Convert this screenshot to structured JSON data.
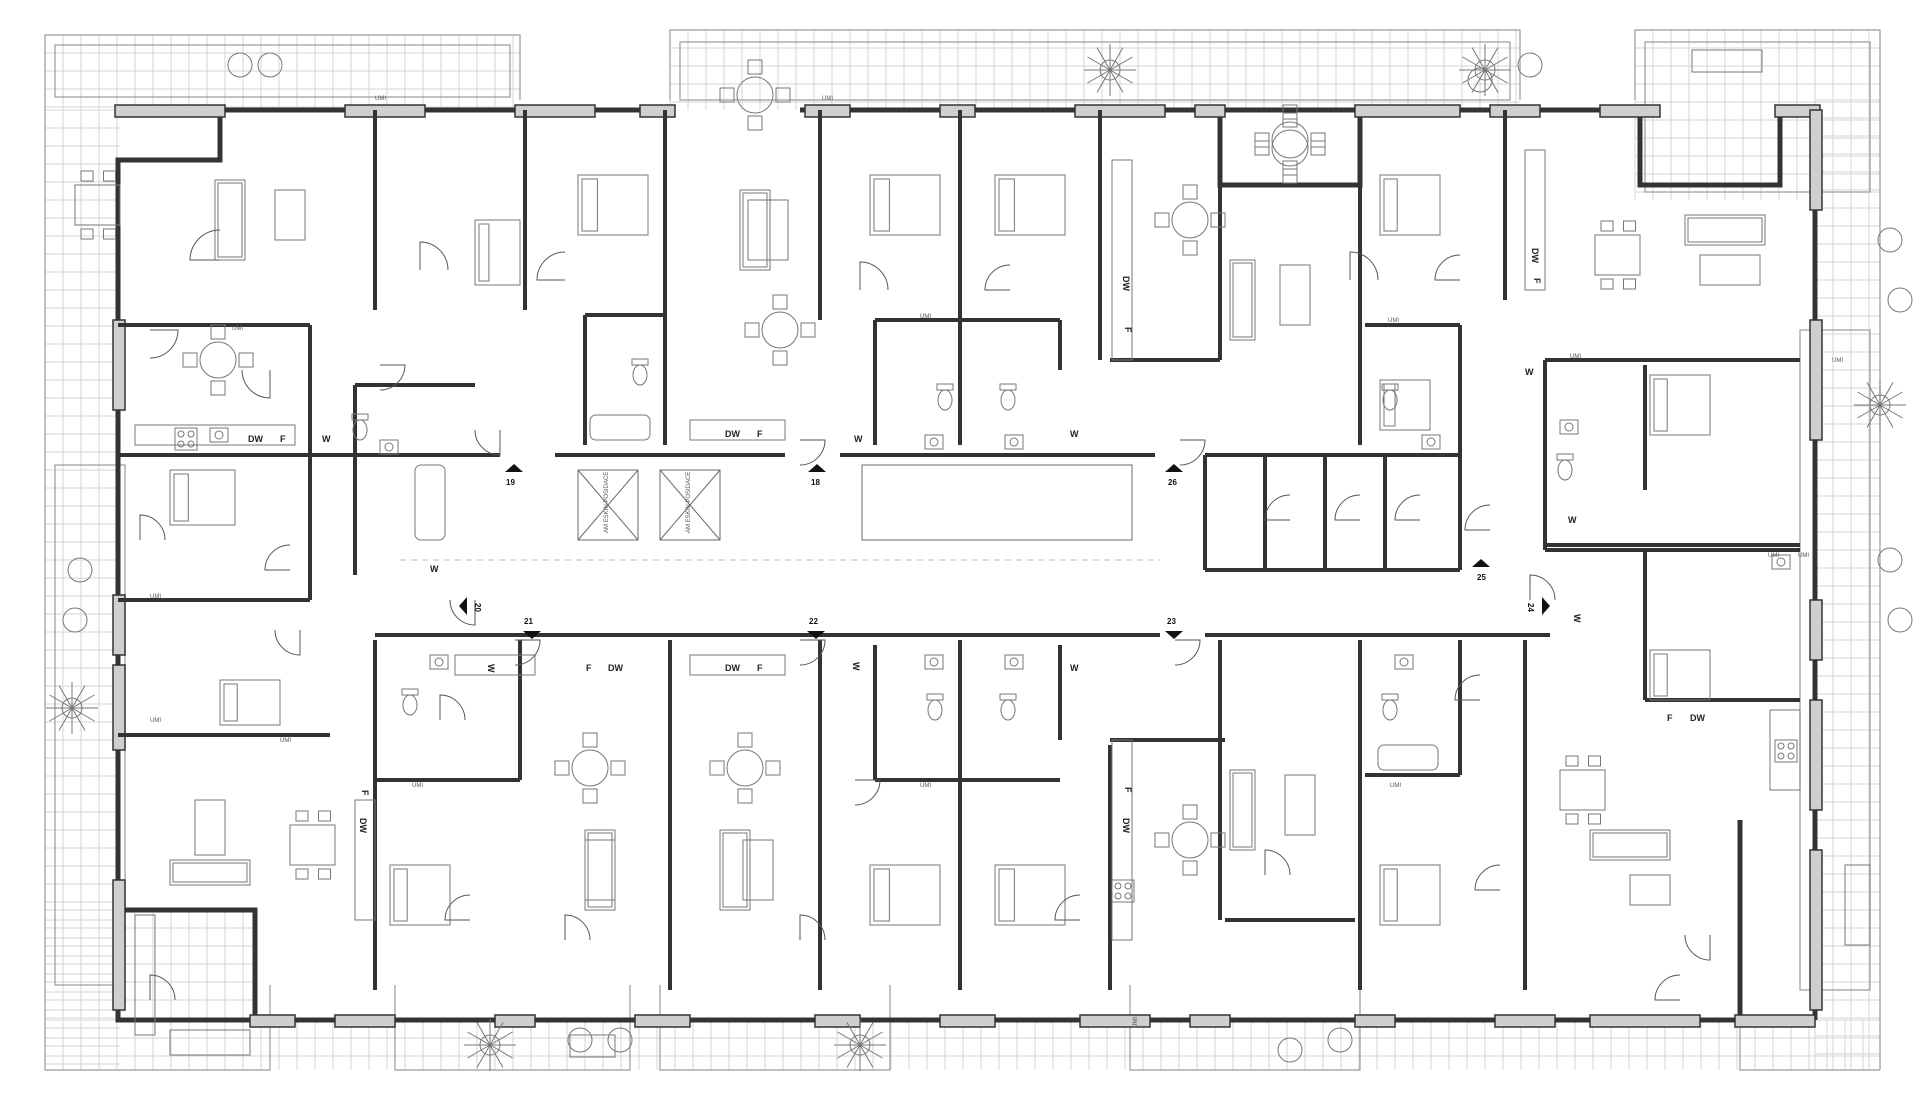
{
  "appliance_labels": {
    "dw": "DW",
    "f": "F",
    "w": "W",
    "umi": "UMI"
  },
  "entries": [
    "18",
    "19",
    "20",
    "21",
    "22",
    "23",
    "24",
    "25",
    "26"
  ],
  "elevator_label": "AM ESKIN POSIDACE",
  "colors": {
    "wall": "#333333",
    "insulation": "#cfcfcf",
    "grid": "#d6d6d6",
    "furniture": "#777777"
  }
}
